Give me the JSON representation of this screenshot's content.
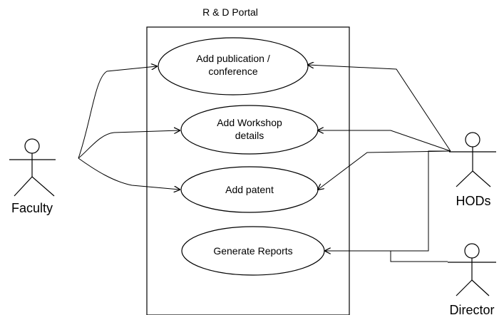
{
  "system": {
    "title": "R & D Portal"
  },
  "use_cases": [
    {
      "id": "add-publication",
      "lines": [
        "Add publication /",
        "conference"
      ]
    },
    {
      "id": "add-workshop",
      "lines": [
        "Add Workshop",
        "details"
      ]
    },
    {
      "id": "add-patent",
      "lines": [
        "Add patent"
      ]
    },
    {
      "id": "generate-reports",
      "lines": [
        "Generate Reports"
      ]
    }
  ],
  "actors": [
    {
      "id": "faculty",
      "label": "Faculty"
    },
    {
      "id": "hods",
      "label": "HODs"
    },
    {
      "id": "director",
      "label": "Director"
    }
  ],
  "colors": {
    "stroke": "#000000",
    "background": "#ffffff"
  }
}
